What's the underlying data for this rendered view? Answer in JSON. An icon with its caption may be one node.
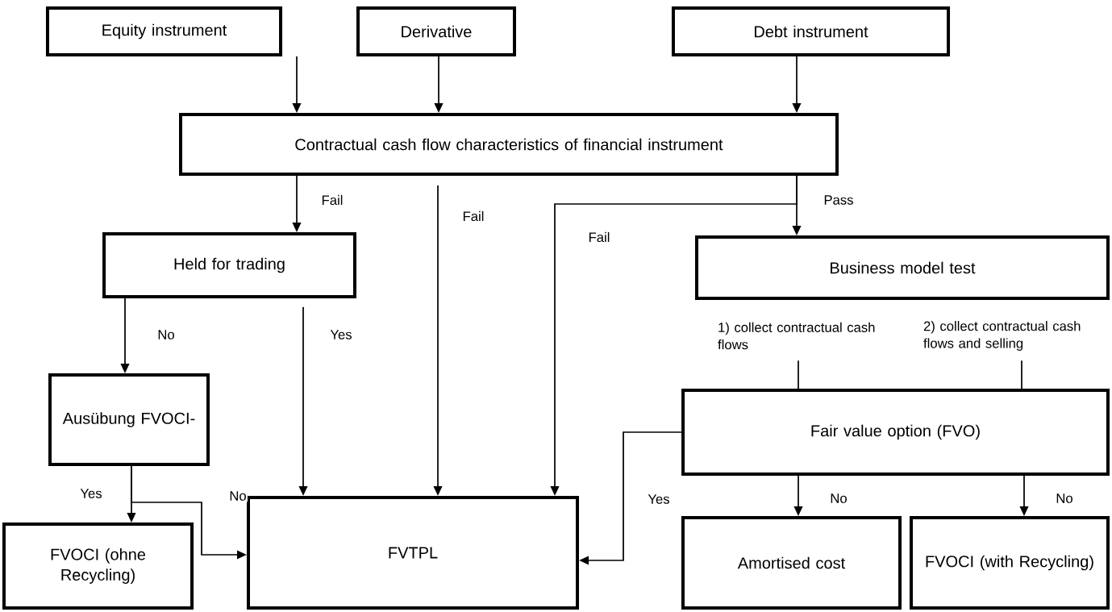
{
  "diagram": {
    "nodes": [
      {
        "text": [
          "Equity instrument"
        ]
      },
      {
        "text": [
          "Derivative"
        ]
      },
      {
        "text": [
          "Debt instrument"
        ]
      },
      {
        "text": [
          "Contractual cash flow characteristics of financial instrument"
        ]
      },
      {
        "text": [
          "Held for trading"
        ]
      },
      {
        "text": [
          "Business model test"
        ]
      },
      {
        "text": [
          "1) collect contractual cash flows"
        ]
      },
      {
        "text": [
          "2) collect contractual cash flows and selling"
        ]
      },
      {
        "text": [
          "Ausübung FVOCI-"
        ]
      },
      {
        "text": [
          "Fair value option (FVO)"
        ]
      },
      {
        "text": [
          "FVOCI (ohne Recycling)"
        ]
      },
      {
        "text": [
          "FVTPL"
        ]
      },
      {
        "text": [
          "Amortised cost"
        ]
      },
      {
        "text": [
          "FVOCI (with Recycling)"
        ]
      }
    ],
    "edges": [
      {
        "from": 0,
        "to": 3,
        "arrow": "to"
      },
      {
        "from": 1,
        "to": 3,
        "arrow": "to"
      },
      {
        "from": 2,
        "to": 3,
        "arrow": "to"
      },
      {
        "from": 3,
        "to": 4,
        "arrow": "to",
        "label": "Fail"
      },
      {
        "from": 3,
        "to": 11,
        "arrow": "to",
        "label": "Fail"
      },
      {
        "from": 3,
        "to": 5,
        "arrow": "to",
        "label": "Pass"
      },
      {
        "from": 3,
        "to": 11,
        "arrow": "to",
        "label": "Fail"
      },
      {
        "from": 4,
        "to": 8,
        "arrow": "to",
        "label": "No"
      },
      {
        "from": 4,
        "to": 11,
        "arrow": "to",
        "label": "Yes"
      },
      {
        "from": 6,
        "to": 9,
        "arrow": "none"
      },
      {
        "from": 7,
        "to": 9,
        "arrow": "none"
      },
      {
        "from": 8,
        "to": 10,
        "arrow": "to",
        "label": "Yes"
      },
      {
        "from": 8,
        "to": 11,
        "arrow": "to",
        "label": "No"
      },
      {
        "from": 9,
        "to": 11,
        "arrow": "to",
        "label": "Yes"
      },
      {
        "from": 9,
        "to": 12,
        "arrow": "to",
        "label": "No"
      },
      {
        "from": 9,
        "to": 13,
        "arrow": "to",
        "label": "No"
      }
    ]
  }
}
